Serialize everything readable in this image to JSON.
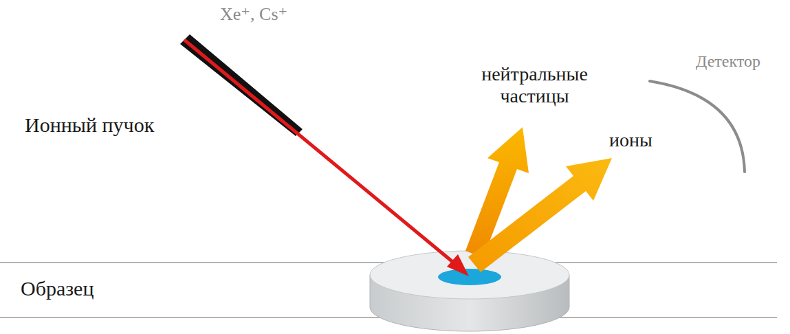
{
  "diagram": {
    "labels": [
      "Xe⁺, Cs⁺",
      "Ионный пучок",
      "нейтральные частицы",
      "ионы",
      "Детектор",
      "Образец"
    ]
  }
}
